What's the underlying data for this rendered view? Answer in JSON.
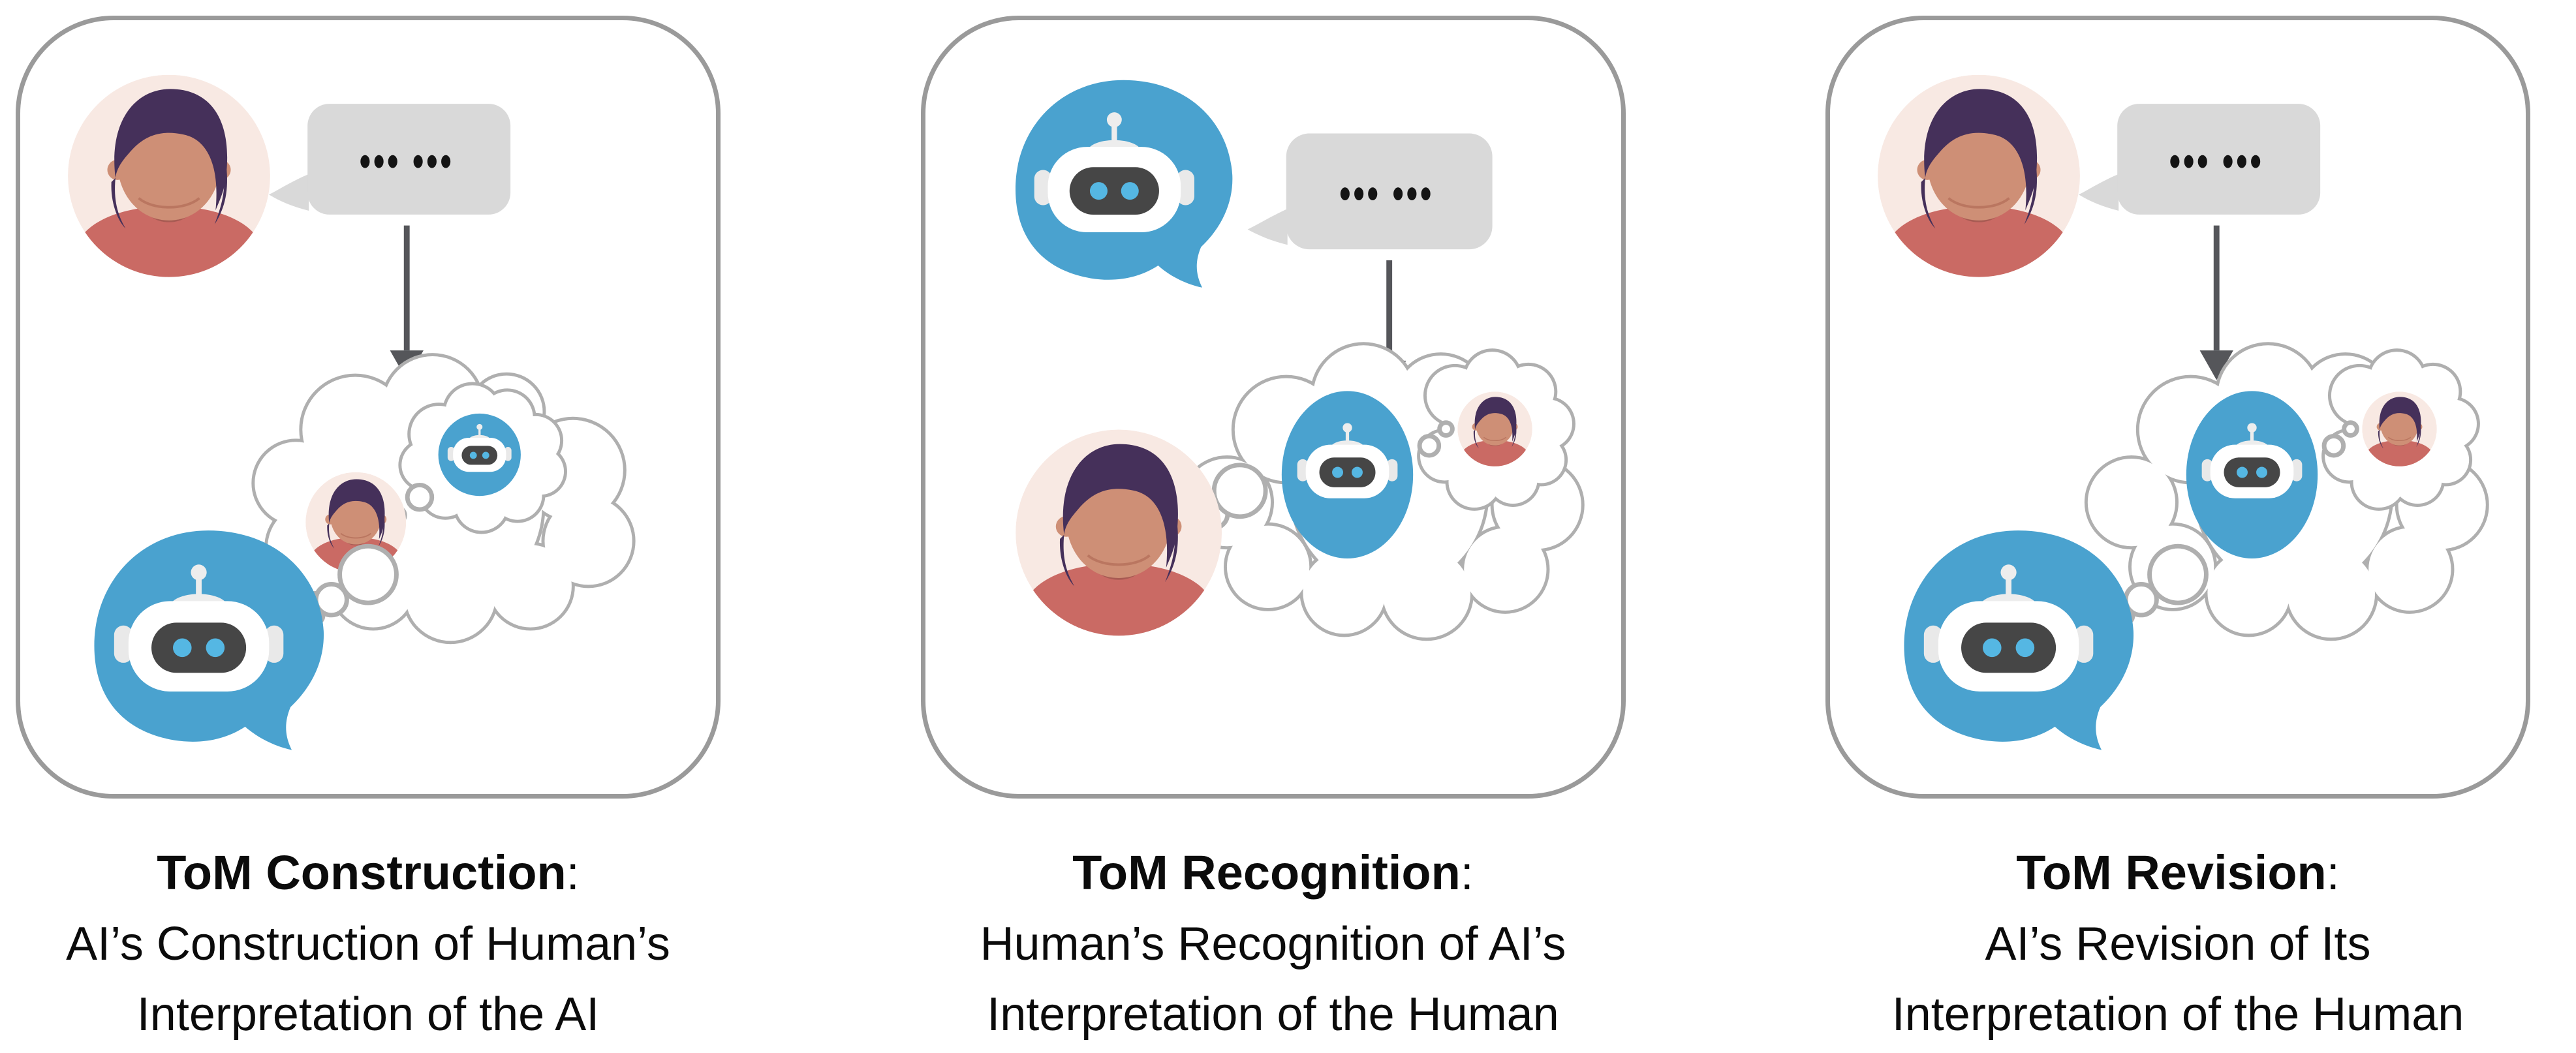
{
  "figure": {
    "panels": [
      {
        "name": "tom-construction",
        "speaker": "human",
        "thinker": "robot",
        "bubble_dots": "••• •••",
        "caption": {
          "title": "ToM Construction",
          "colon": ":",
          "line2": "AI’s Construction of Human’s",
          "line3": "Interpretation of the AI"
        }
      },
      {
        "name": "tom-recognition",
        "speaker": "robot",
        "thinker": "human",
        "bubble_dots": "••• •••",
        "caption": {
          "title": "ToM Recognition",
          "colon": ":",
          "line2": "Human’s Recognition of AI’s",
          "line3": "Interpretation of the Human"
        }
      },
      {
        "name": "tom-revision",
        "speaker": "human",
        "thinker": "robot",
        "bubble_dots": "••• •••",
        "caption": {
          "title": "ToM Revision",
          "colon": ":",
          "line2": "AI’s Revision of Its",
          "line3": "Interpretation of the Human"
        }
      }
    ],
    "colors": {
      "robot_blue": "#4AA2CF",
      "bubble_gray": "#D9D9D9",
      "cloud_outline": "#AFAFAF",
      "panel_border": "#9A9A9A",
      "arrow_gray": "#55565A",
      "avatar_bg": "#F8E9E3",
      "skin": "#CE8F76",
      "hair": "#45305A",
      "shirt": "#CA6A64",
      "robot_face": "#464646",
      "robot_eyes": "#55B7E3",
      "caption_text": "#0B0B0B"
    }
  }
}
